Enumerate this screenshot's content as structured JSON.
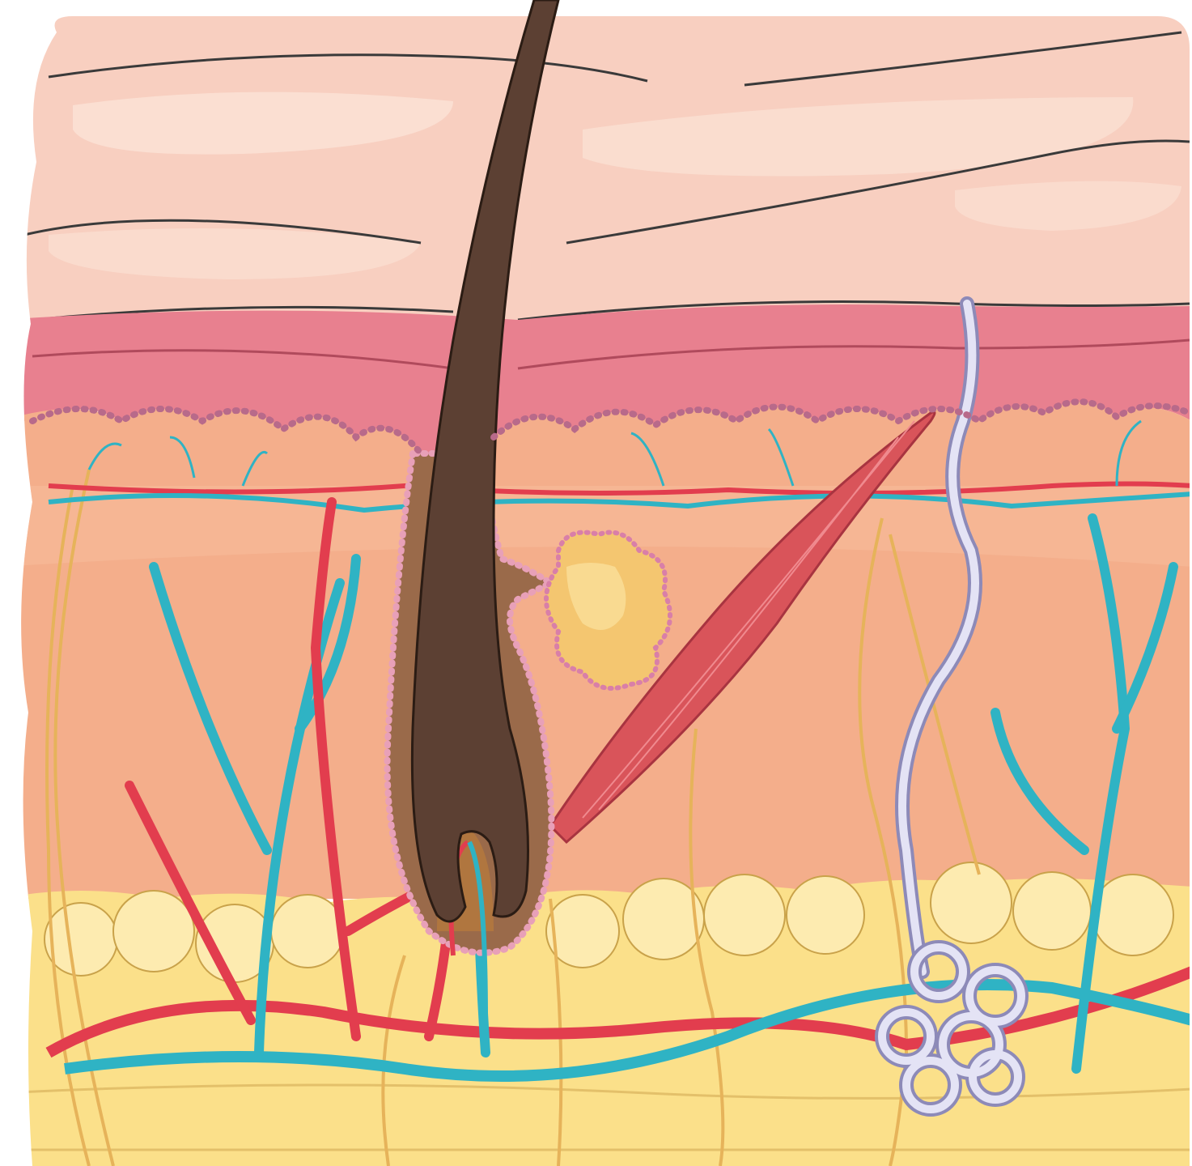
{
  "diagram": {
    "kind": "skin-cross-section",
    "labels": [],
    "layers": [
      {
        "id": "epidermis-stratum-corneum",
        "color": "#f8cfc0"
      },
      {
        "id": "epidermis-basal",
        "color": "#e8808f"
      },
      {
        "id": "dermis",
        "color": "#f4ae8b"
      },
      {
        "id": "hypodermis",
        "color": "#fbe08a"
      }
    ],
    "structures": [
      {
        "id": "hair-shaft",
        "color": "#5c4033"
      },
      {
        "id": "hair-follicle",
        "color": "#9a6a4a"
      },
      {
        "id": "sebaceous-gland",
        "color": "#f4c670"
      },
      {
        "id": "arrector-pili-muscle",
        "color": "#d9545a"
      },
      {
        "id": "artery",
        "color": "#e23d4e"
      },
      {
        "id": "vein",
        "color": "#2fb3c4"
      },
      {
        "id": "nerve-fibers",
        "color": "#e6b35a"
      },
      {
        "id": "sweat-gland",
        "color": "#c9c8e6"
      }
    ]
  }
}
